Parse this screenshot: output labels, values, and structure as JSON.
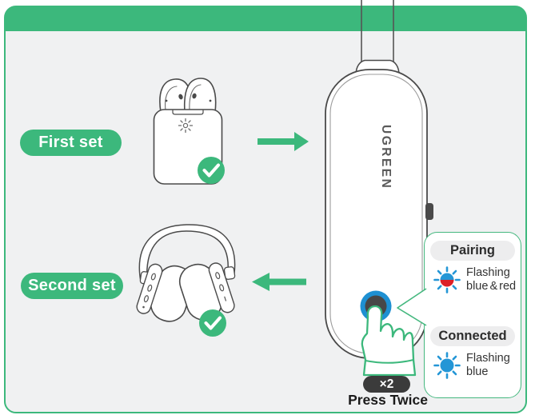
{
  "diagram": {
    "first_set_label": "First set",
    "second_set_label": "Second set",
    "device_brand": "UGREEN",
    "press_count_badge": "×2",
    "press_twice_label": "Press Twice"
  },
  "callout": {
    "pairing": {
      "label": "Pairing",
      "status": "Flashing blue & red",
      "icon": "flashing-blue-red-icon"
    },
    "connected": {
      "label": "Connected",
      "status": "Flashing blue",
      "icon": "flashing-blue-icon"
    }
  },
  "icons": {
    "first_set_device": "earbuds-illustration",
    "second_set_device": "headphones-illustration",
    "first_set_status": "check-icon",
    "second_set_status": "check-icon",
    "press_gesture": "pointing-hand-icon"
  },
  "colors": {
    "accent_green": "#3cb87c",
    "panel_background": "#f0f1f2",
    "indicator_blue": "#2496d6",
    "indicator_red": "#dc2027",
    "button_ring_blue": "#1e90d2",
    "button_center_dark": "#474747",
    "badge_dark": "#3b3b3b",
    "outline_dark": "#4a4a4a"
  }
}
